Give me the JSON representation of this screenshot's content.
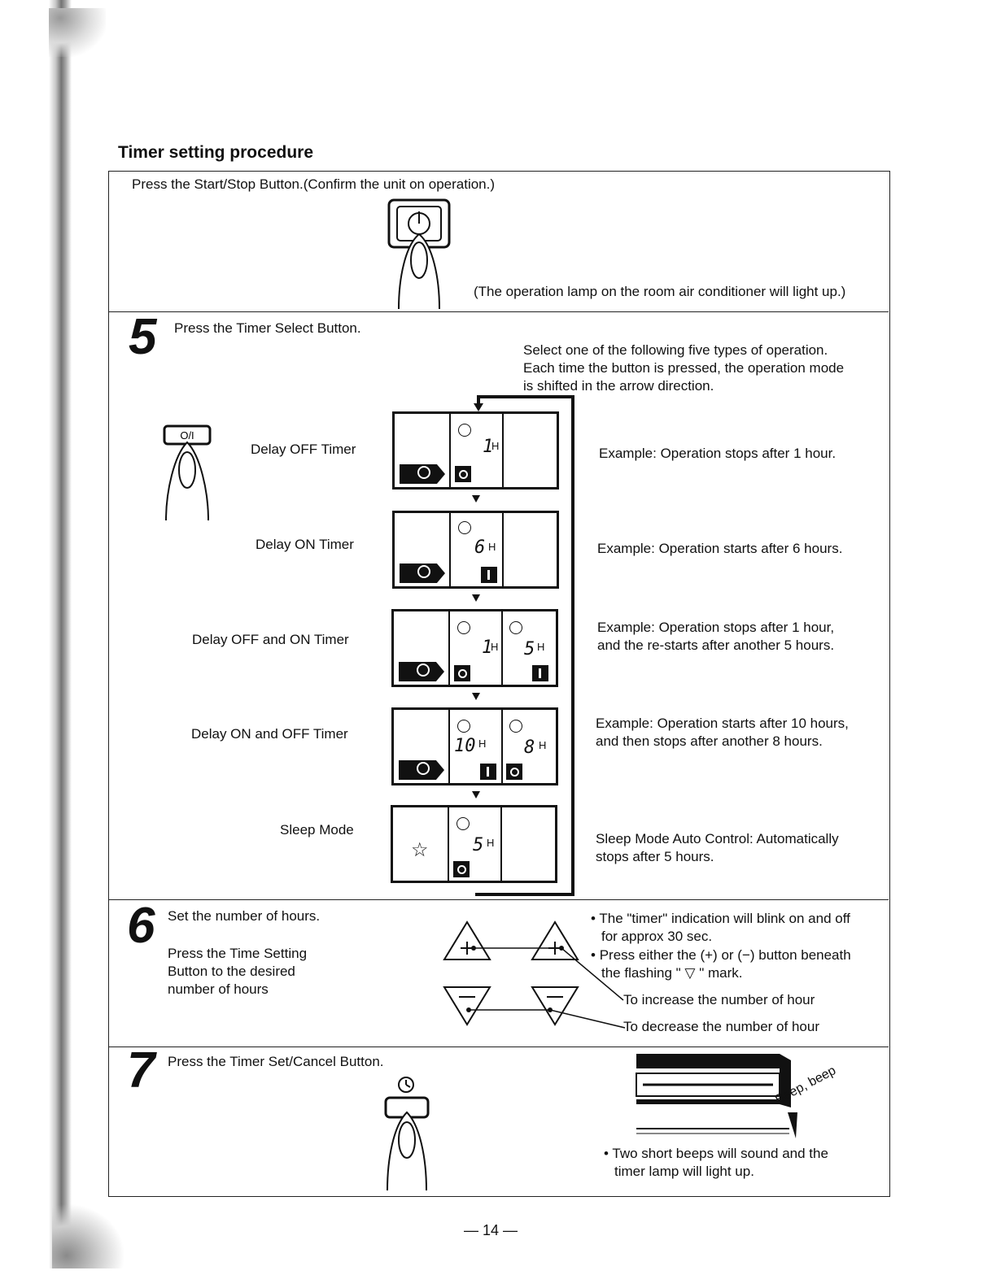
{
  "title": "Timer setting procedure",
  "step_start": {
    "instruction": "Press the Start/Stop Button.(Confirm the unit on operation.)",
    "note": "(The operation lamp on the room air conditioner will light up.)"
  },
  "step5": {
    "number": "5",
    "instruction": "Press the Timer Select Button.",
    "description_line1": "Select one of the following five types of operation.",
    "description_line2": "Each time the button is pressed, the operation mode",
    "description_line3": "is shifted in the arrow direction.",
    "modes": [
      {
        "label": "Delay OFF Timer",
        "example": "Example: Operation stops after 1 hour.",
        "example2": "",
        "d1": "1",
        "d2": ""
      },
      {
        "label": "Delay ON Timer",
        "example": "Example: Operation starts after 6 hours.",
        "example2": "",
        "d1": "6",
        "d2": ""
      },
      {
        "label": "Delay OFF and ON Timer",
        "example": "Example: Operation stops after 1 hour,",
        "example2": "and the re-starts after another 5 hours.",
        "d1": "1",
        "d2": "5"
      },
      {
        "label": "Delay ON and OFF Timer",
        "example": "Example: Operation starts after 10 hours,",
        "example2": "and then stops after another 8 hours.",
        "d1": "10",
        "d2": "8"
      },
      {
        "label": "Sleep Mode",
        "example": "Sleep Mode Auto Control: Automatically",
        "example2": "stops after 5 hours.",
        "d1": "5",
        "d2": ""
      }
    ],
    "hour_unit": "H",
    "star_icon": "☆"
  },
  "step6": {
    "number": "6",
    "instruction": "Set the number of hours.",
    "detail_line1": "Press the Time Setting",
    "detail_line2": "Button to the desired",
    "detail_line3": "number of hours",
    "bullet1_line1": "The \"timer\" indication will blink on and off",
    "bullet1_line2": "for approx 30 sec.",
    "bullet2_line1": "Press either the (+) or (−) button beneath",
    "bullet2_line2": "the flashing \" ▽ \" mark.",
    "increase_label": "To increase the number of hour",
    "decrease_label": "To decrease the number of hour"
  },
  "step7": {
    "number": "7",
    "instruction": "Press the Timer Set/Cancel Button.",
    "beep_text": "Beep, beep",
    "bullet_line1": "Two short beeps will sound and the",
    "bullet_line2": "timer lamp will light up."
  },
  "page_number": "— 14 —"
}
